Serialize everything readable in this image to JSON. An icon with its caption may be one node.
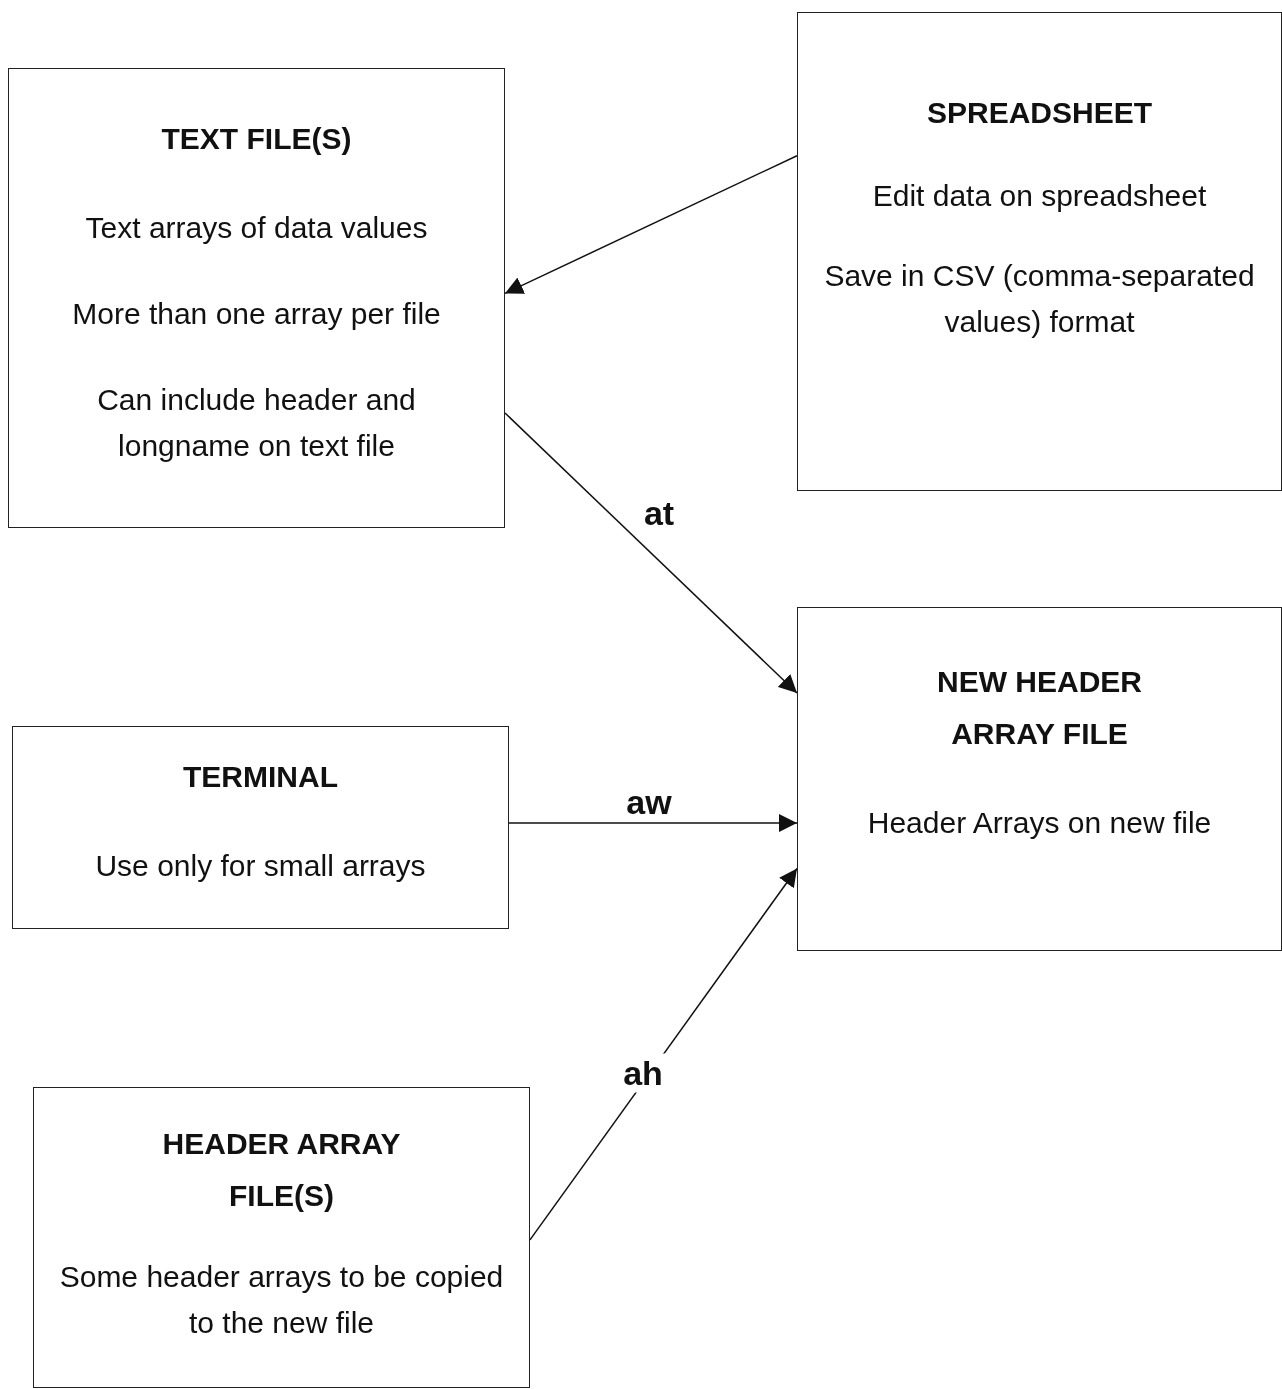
{
  "diagram": {
    "nodes": [
      {
        "text": [
          "TEXT FILE(S)",
          "Text arrays of data values",
          "More than one array per file",
          "Can include header and longname on text file"
        ]
      },
      {
        "text": [
          "SPREADSHEET",
          "Edit data on spreadsheet",
          "Save in CSV (comma-separated values) format"
        ]
      },
      {
        "text": [
          "NEW HEADER ARRAY FILE",
          "Header Arrays on new file"
        ]
      },
      {
        "text": [
          "TERMINAL",
          "Use only for small arrays"
        ]
      },
      {
        "text": [
          "HEADER ARRAY FILE(S)",
          "Some header arrays to be copied to the new file"
        ]
      }
    ],
    "edges": [
      {
        "from": 1,
        "to": 0,
        "arrow": "to"
      },
      {
        "from": 0,
        "to": 2,
        "arrow": "to",
        "label": "at"
      },
      {
        "from": 3,
        "to": 2,
        "arrow": "to",
        "label": "aw"
      },
      {
        "from": 4,
        "to": 2,
        "arrow": "to",
        "label": "ah"
      }
    ]
  }
}
